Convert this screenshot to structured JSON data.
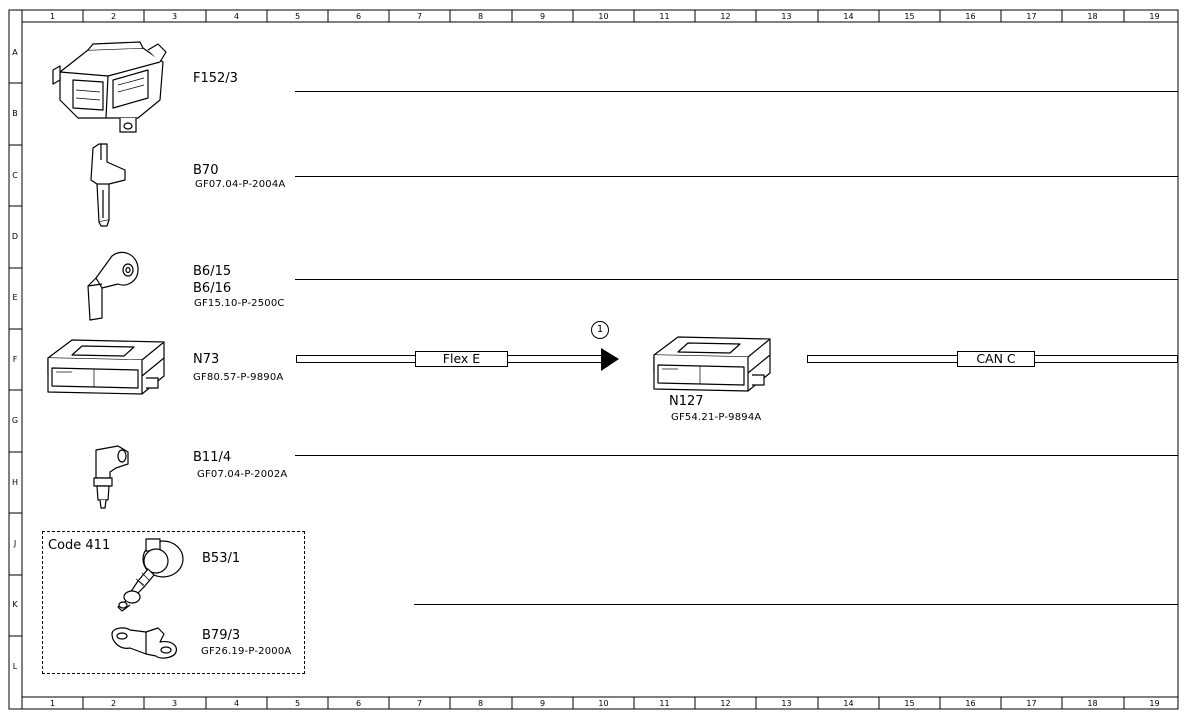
{
  "grid": {
    "columns": [
      "1",
      "2",
      "3",
      "4",
      "5",
      "6",
      "7",
      "8",
      "9",
      "10",
      "11",
      "12",
      "13",
      "14",
      "15",
      "16",
      "17",
      "18",
      "19"
    ],
    "rows": [
      "A",
      "B",
      "C",
      "D",
      "E",
      "F",
      "G",
      "H",
      "J",
      "K",
      "L"
    ]
  },
  "components": {
    "f152_3": {
      "designation": "F152/3"
    },
    "b70": {
      "designation": "B70",
      "reference": "GF07.04-P-2004A"
    },
    "b6_15": {
      "designation_1": "B6/15",
      "designation_2": "B6/16",
      "reference": "GF15.10-P-2500C"
    },
    "n73": {
      "designation": "N73",
      "reference": "GF80.57-P-9890A"
    },
    "n127": {
      "designation": "N127",
      "reference": "GF54.21-P-9894A"
    },
    "b11_4": {
      "designation": "B11/4",
      "reference": "GF07.04-P-2002A"
    },
    "b53_1": {
      "designation": "B53/1"
    },
    "b79_3": {
      "designation": "B79/3",
      "reference": "GF26.19-P-2000A"
    }
  },
  "code_box": {
    "label": "Code 411"
  },
  "buses": {
    "flex_e": "Flex E",
    "can_c": "CAN C"
  },
  "marker": {
    "number": "1"
  }
}
